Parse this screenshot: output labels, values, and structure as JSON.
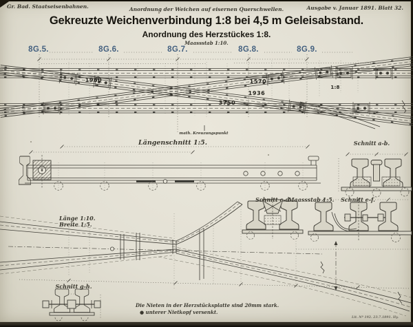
{
  "header": {
    "left": "Gr. Bad. Staatseisenbahnen.",
    "center": "Anordnung der Weichen auf eisernen Querschwellen.",
    "right": "Ausgabe v. Januar 1891. Blatt 32."
  },
  "titles": {
    "main": "Gekreuzte Weichenverbindung 1:8 bei 4,5 m Geleisabstand.",
    "sub": "Anordnung des Herzstückes 1:8.",
    "scale": "Maassstab 1:10."
  },
  "gauge_labels": [
    "8G.5.",
    "8G.6.",
    "8G.7.",
    "8G.8.",
    "8G.9."
  ],
  "plan_dims": {
    "a": "1960",
    "b": "1570",
    "c": "1936",
    "d": "3750",
    "angle": "1:8",
    "crossing": "math. Kreuzungspunkt"
  },
  "section_labels": {
    "long": "Längenschnitt 1:5.",
    "ab": "Schnitt a-b.",
    "cd": "Schnitt c-d.",
    "scale": "Maassstab 1:5.",
    "ef": "Schnitt e-f.",
    "gh": "Schnitt g-h.",
    "len": "Länge 1:10.",
    "wid": "Breite 1:5."
  },
  "notes": {
    "rivets": "Die Nieten in der Herzstücksplatte sind 20mm stark.",
    "bullet": "●",
    "countersunk": "unterer Nietkopf versenkt."
  },
  "imprint": "Lit. Nº 192. 23.7.1891. Hy.",
  "colors": {
    "paper": "#e3e0d4",
    "ink": "#3f3d36",
    "label_blue": "#456180"
  }
}
